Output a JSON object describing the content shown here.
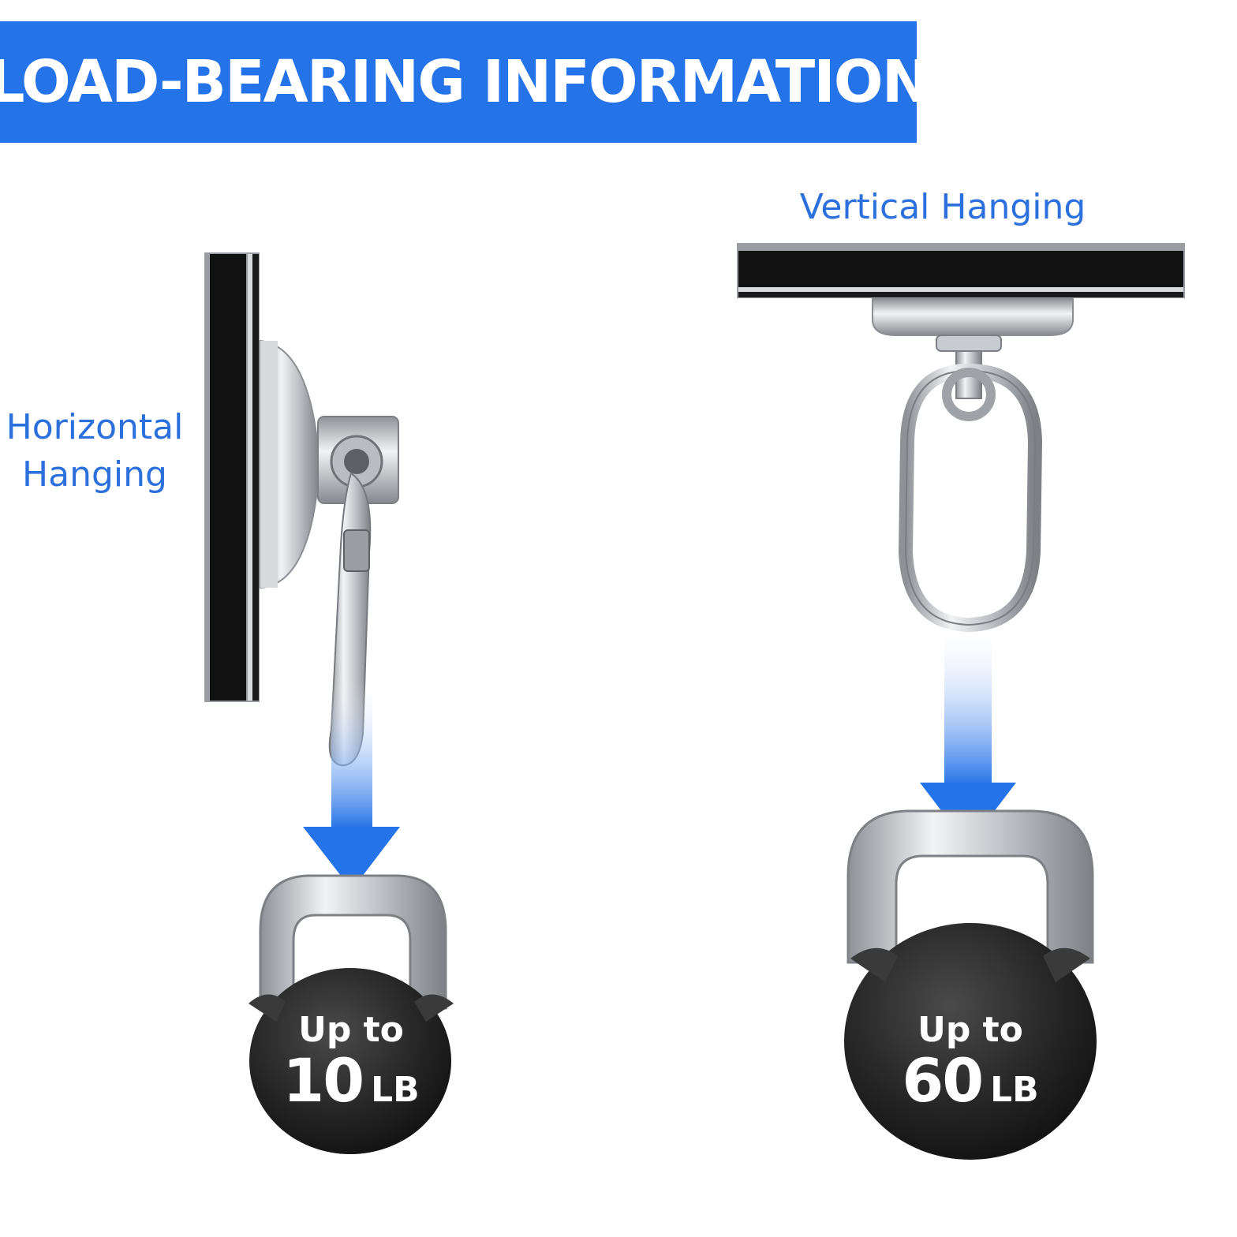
{
  "header": {
    "title": "LOAD-BEARING INFORMATION"
  },
  "horizontal": {
    "label_line1": "Horizontal",
    "label_line2": "Hanging",
    "up_to": "Up to",
    "weight": "10",
    "unit": "LB"
  },
  "vertical": {
    "label": "Vertical Hanging",
    "up_to": "Up to",
    "weight": "60",
    "unit": "LB"
  },
  "colors": {
    "accent": "#2573e8",
    "label": "#2b70dd",
    "kettlebell": "#2a2a2a",
    "metal": "#c9ccd0"
  }
}
